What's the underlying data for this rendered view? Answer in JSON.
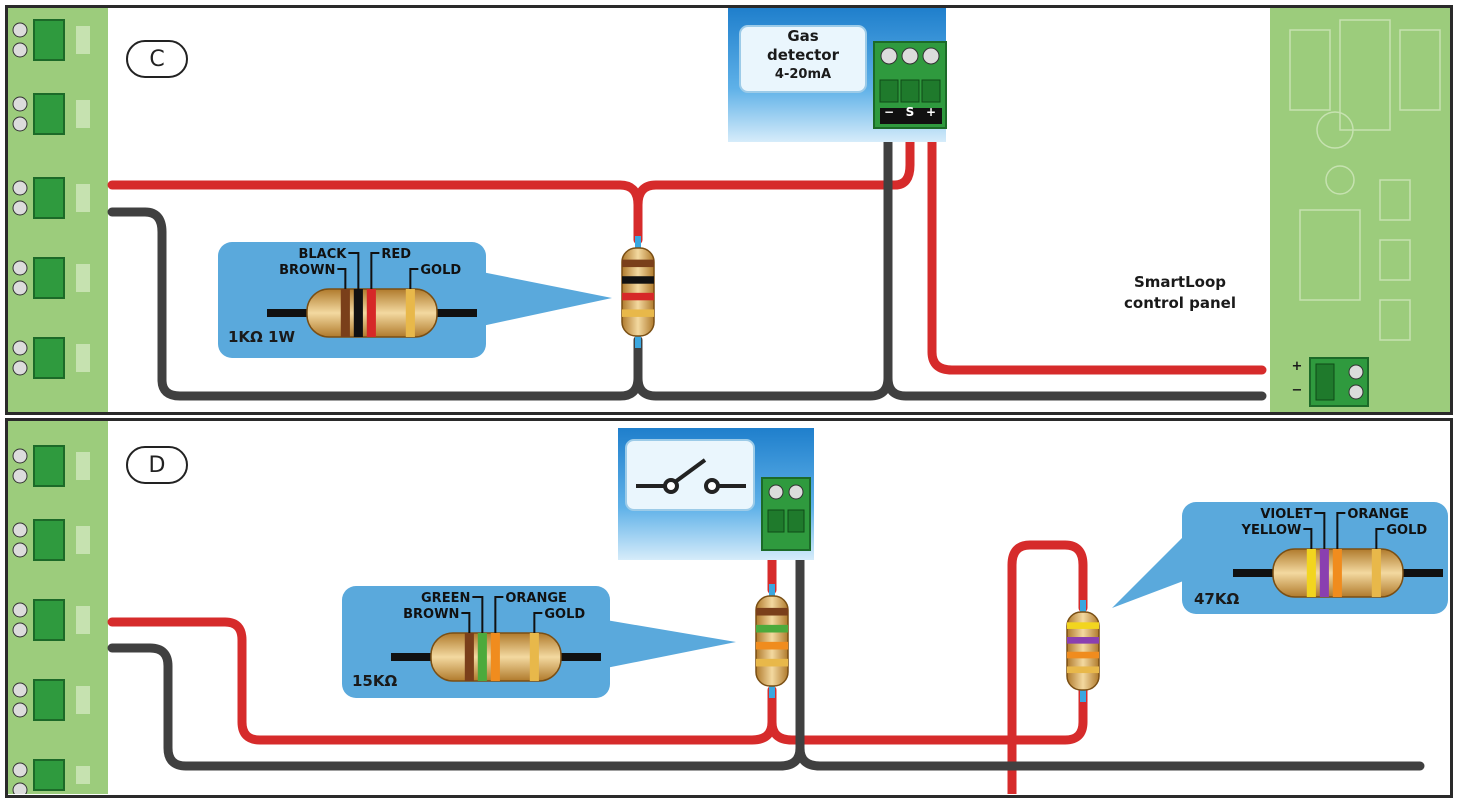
{
  "colors": {
    "wire_red": "#d62b2b",
    "wire_black": "#404040",
    "panel_green": "#9ccc7c",
    "callout_blue": "#5aa9dc",
    "device_blue": "#2f8fd0",
    "terminal_green": "#2f9a3e"
  },
  "section_c": {
    "badge": "C",
    "device": {
      "line1": "Gas",
      "line2": "detector",
      "line3": "4-20mA",
      "term_minus": "−",
      "term_s": "S",
      "term_plus": "+"
    },
    "control_panel": {
      "line1": "SmartLoop",
      "line2": "control panel",
      "plus": "+",
      "minus": "−"
    },
    "resistor": {
      "band_labels": [
        "BLACK",
        "BROWN",
        "RED",
        "GOLD"
      ],
      "value": "1KΩ 1W",
      "bands": [
        "#7a3f1a",
        "#111111",
        "#d62828",
        "#e8b84a"
      ]
    }
  },
  "section_d": {
    "badge": "D",
    "resistor_left": {
      "band_labels": [
        "GREEN",
        "BROWN",
        "ORANGE",
        "GOLD"
      ],
      "value": "15KΩ",
      "bands": [
        "#7a3f1a",
        "#4caa3c",
        "#f08c1e",
        "#e8b84a"
      ]
    },
    "resistor_right": {
      "band_labels": [
        "VIOLET",
        "YELLOW",
        "ORANGE",
        "GOLD"
      ],
      "value": "47KΩ",
      "bands": [
        "#f2d51f",
        "#8a3fb0",
        "#f08c1e",
        "#e8b84a"
      ]
    }
  }
}
